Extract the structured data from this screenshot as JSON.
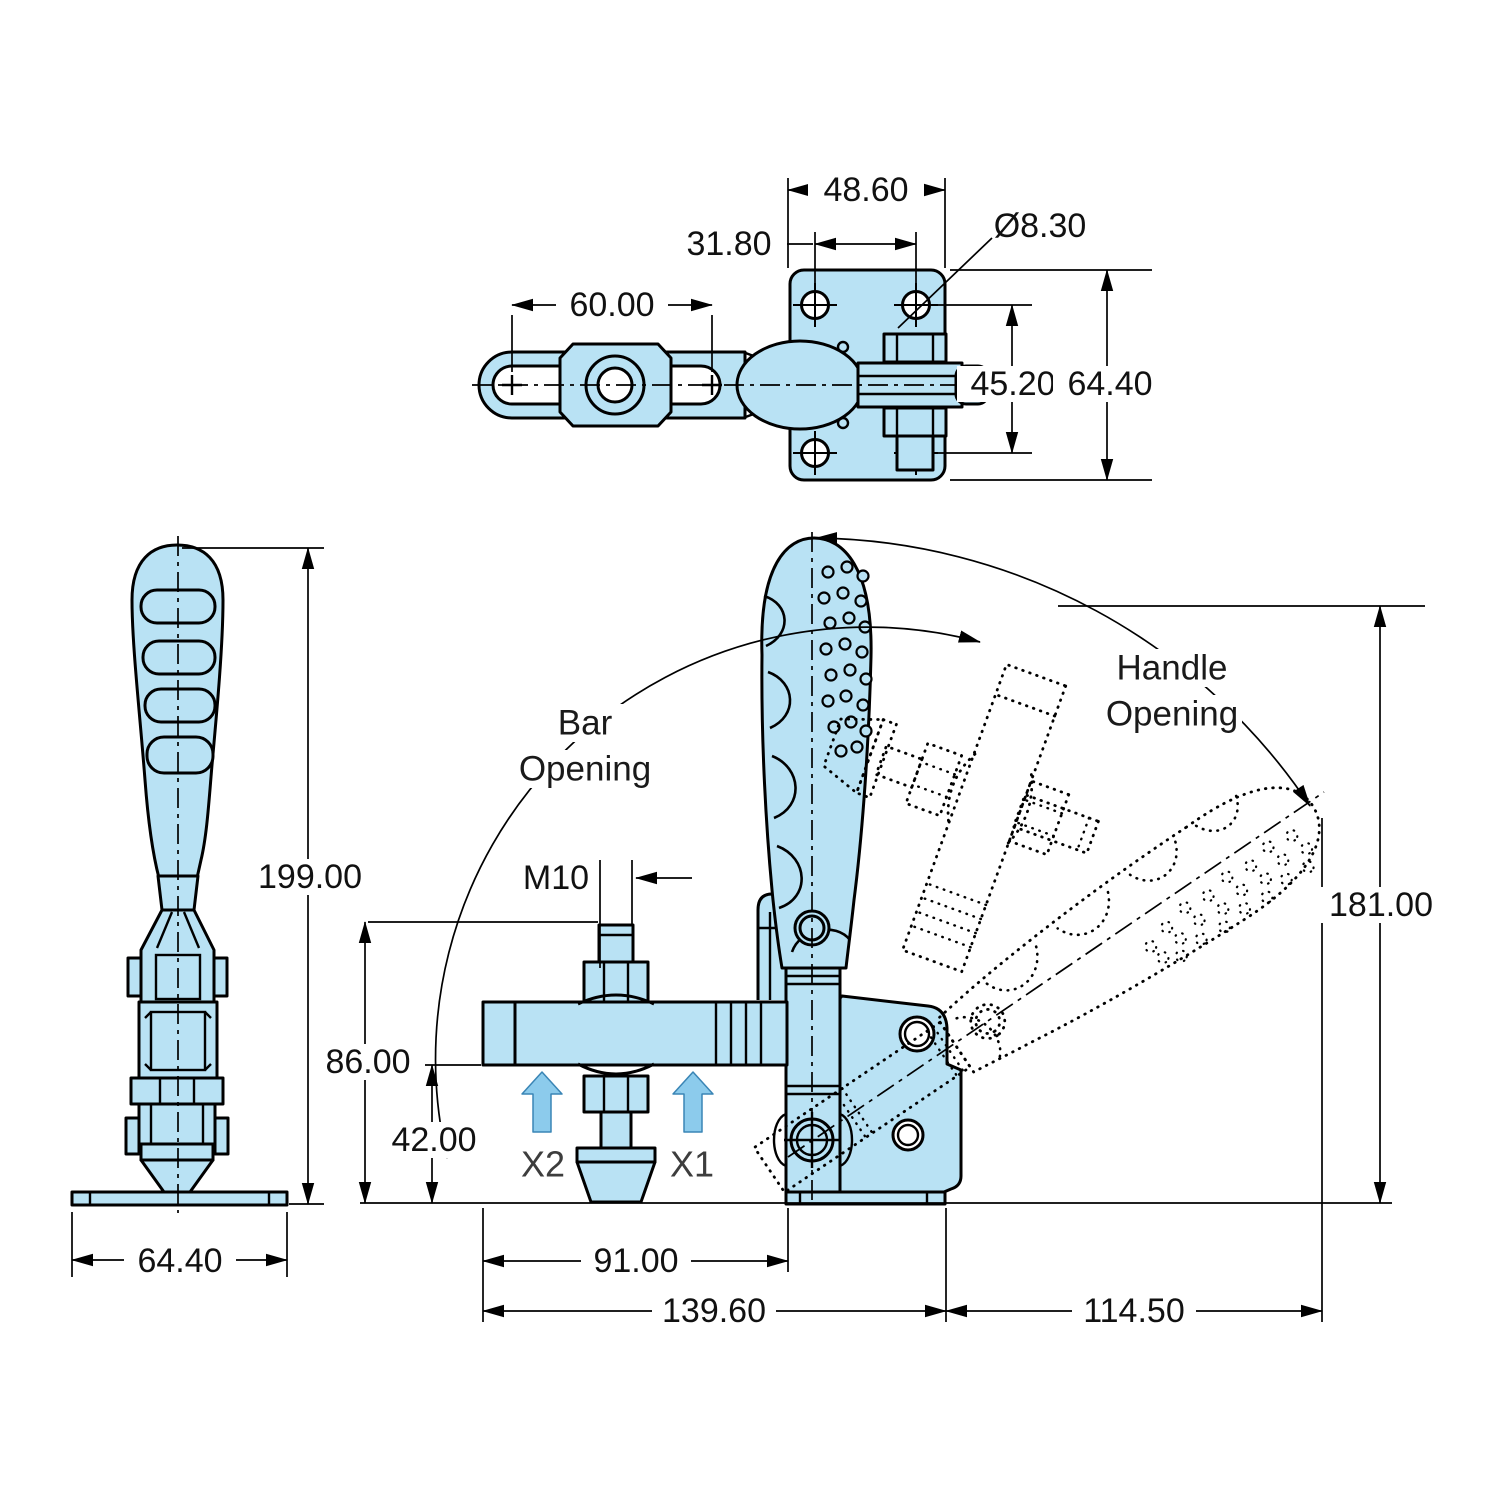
{
  "drawing": {
    "background": "#ffffff",
    "part_fill": "#B9E2F4",
    "accent_arrow_fill": "#8CCBEC",
    "line_color": "#000000",
    "top_view": {
      "plate_width": "48.60",
      "hole_spacing_h": "31.80",
      "bar_slot_length": "60.00",
      "hole_diameter": "Ø8.30",
      "hole_spacing_v": "45.20",
      "plate_height": "64.40"
    },
    "side_view": {
      "overall_height": "199.00",
      "base_width": "64.40"
    },
    "front_view": {
      "spindle_thread": "M10",
      "bar_height": "86.00",
      "clearance_height": "42.00",
      "bar_length": "91.00",
      "overall_length": "139.60",
      "handle_reach": "114.50",
      "open_height": "181.00",
      "bar_opening_line1": "Bar",
      "bar_opening_line2": "Opening",
      "handle_opening_line1": "Handle",
      "handle_opening_line2": "Opening",
      "force_label_1": "X1",
      "force_label_2": "X2"
    }
  }
}
